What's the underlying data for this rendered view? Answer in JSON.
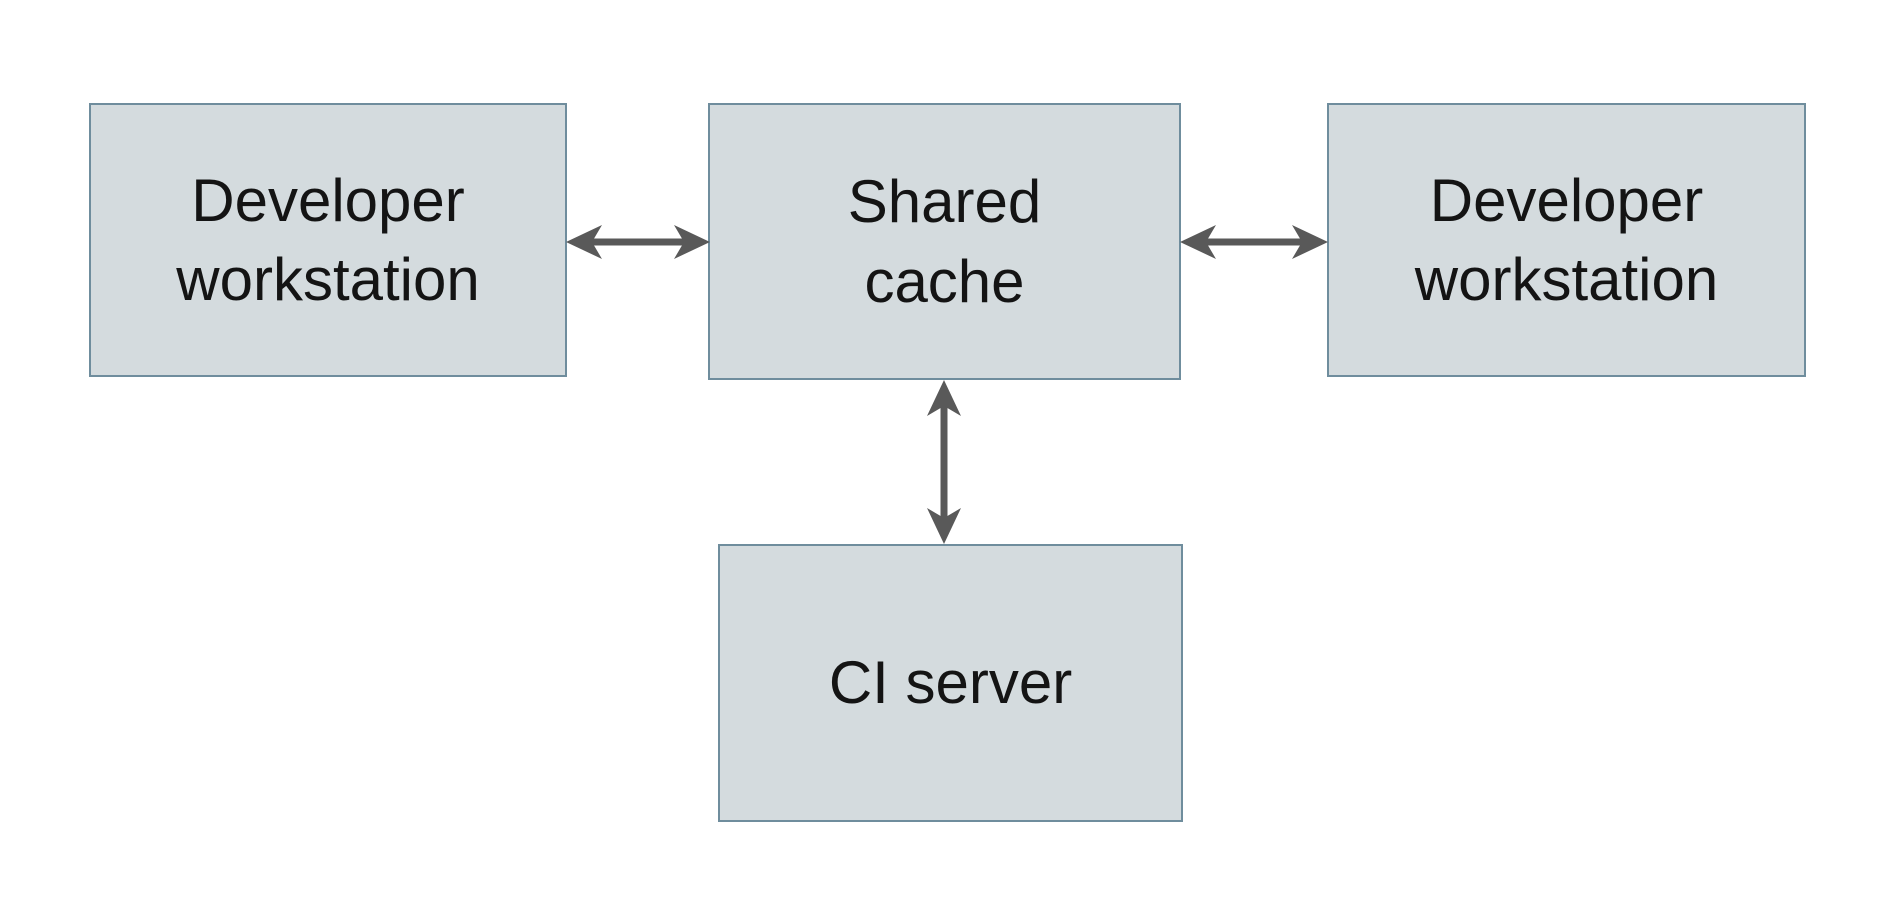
{
  "nodes": {
    "dev_left": {
      "label": "Developer\nworkstation"
    },
    "shared_cache": {
      "label": "Shared\ncache"
    },
    "dev_right": {
      "label": "Developer\nworkstation"
    },
    "ci_server": {
      "label": "CI server"
    }
  },
  "edges": [
    {
      "from": "dev_left",
      "to": "shared_cache",
      "direction": "bidirectional"
    },
    {
      "from": "shared_cache",
      "to": "dev_right",
      "direction": "bidirectional"
    },
    {
      "from": "shared_cache",
      "to": "ci_server",
      "direction": "bidirectional"
    }
  ],
  "colors": {
    "node_fill": "#d4dbde",
    "node_border": "#6f8d9d",
    "arrow": "#595959",
    "text": "#141414",
    "background": "#ffffff"
  }
}
